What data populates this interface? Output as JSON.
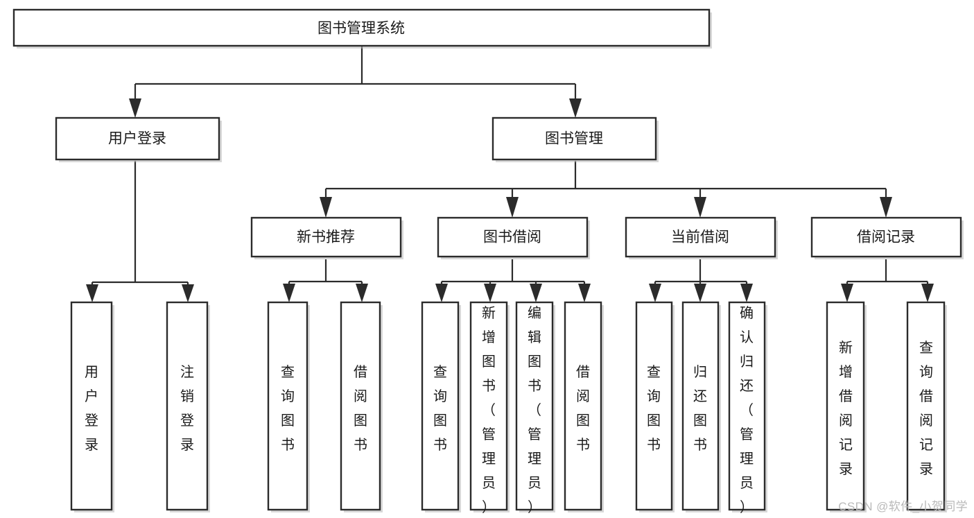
{
  "diagram": {
    "title": "图书管理系统",
    "type": "tree-hierarchy-diagram",
    "watermark": "CSDN @软件_小贺同学",
    "colors": {
      "box_fill": "#ffffff",
      "box_stroke": "#2b2b2b",
      "text": "#1a1a1a",
      "shadow": "#b8b8b8",
      "watermark": "#b9b9b9",
      "background": "#ffffff"
    },
    "root": {
      "id": "root",
      "label": "图书管理系统"
    },
    "level2": [
      {
        "id": "user-login",
        "label": "用户登录"
      },
      {
        "id": "book-management",
        "label": "图书管理"
      }
    ],
    "level3": [
      {
        "id": "new-book-recommend",
        "label": "新书推荐",
        "parent": "book-management"
      },
      {
        "id": "book-borrow",
        "label": "图书借阅",
        "parent": "book-management"
      },
      {
        "id": "current-borrow",
        "label": "当前借阅",
        "parent": "book-management"
      },
      {
        "id": "borrow-record",
        "label": "借阅记录",
        "parent": "book-management"
      }
    ],
    "leaves": {
      "user-login": [
        {
          "id": "leaf-user-login",
          "label": "用户登录"
        },
        {
          "id": "leaf-user-logout",
          "label": "注销登录"
        }
      ],
      "new-book-recommend": [
        {
          "id": "leaf-query-book-1",
          "label": "查询图书"
        },
        {
          "id": "leaf-borrow-book-1",
          "label": "借阅图书"
        }
      ],
      "book-borrow": [
        {
          "id": "leaf-query-book-2",
          "label": "查询图书"
        },
        {
          "id": "leaf-add-book-admin",
          "label": "新增图书（管理员）"
        },
        {
          "id": "leaf-edit-book-admin",
          "label": "编辑图书（管理员）"
        },
        {
          "id": "leaf-borrow-book-2",
          "label": "借阅图书"
        }
      ],
      "current-borrow": [
        {
          "id": "leaf-query-book-3",
          "label": "查询图书"
        },
        {
          "id": "leaf-return-book",
          "label": "归还图书"
        },
        {
          "id": "leaf-confirm-return-admin",
          "label": "确认归还（管理员）"
        }
      ],
      "borrow-record": [
        {
          "id": "leaf-add-borrow-record",
          "label": "新增借阅记录"
        },
        {
          "id": "leaf-query-borrow-record",
          "label": "查询借阅记录"
        }
      ]
    }
  }
}
